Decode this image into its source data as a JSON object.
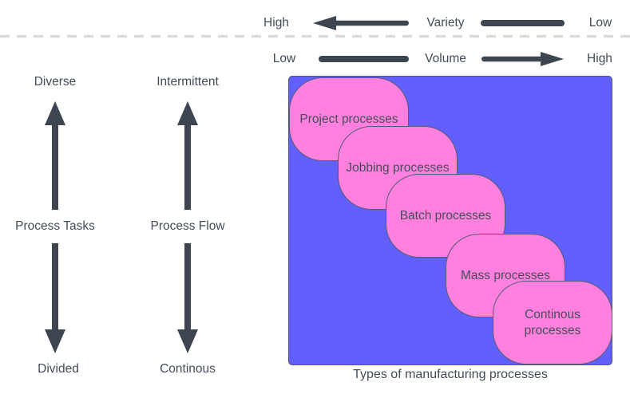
{
  "axes": {
    "variety": {
      "left_label": "High",
      "label": "Variety",
      "right_label": "Low",
      "direction": "left"
    },
    "volume": {
      "left_label": "Low",
      "label": "Volume",
      "right_label": "High",
      "direction": "right"
    },
    "process_tasks": {
      "top_label": "Diverse",
      "label": "Process Tasks",
      "bottom_label": "Divided"
    },
    "process_flow": {
      "top_label": "Intermittent",
      "label": "Process Flow",
      "bottom_label": "Continous"
    }
  },
  "matrix": {
    "caption": "Types of manufacturing processes",
    "processes": [
      "Project processes",
      "Jobbing processes",
      "Batch processes",
      "Mass processes",
      "Continous processes"
    ]
  },
  "colors": {
    "container_fill": "#6160fc",
    "process_fill": "#ff80df",
    "arrow": "#3d4550",
    "text": "#434c59",
    "dashed_line": "#dbdbdb"
  }
}
